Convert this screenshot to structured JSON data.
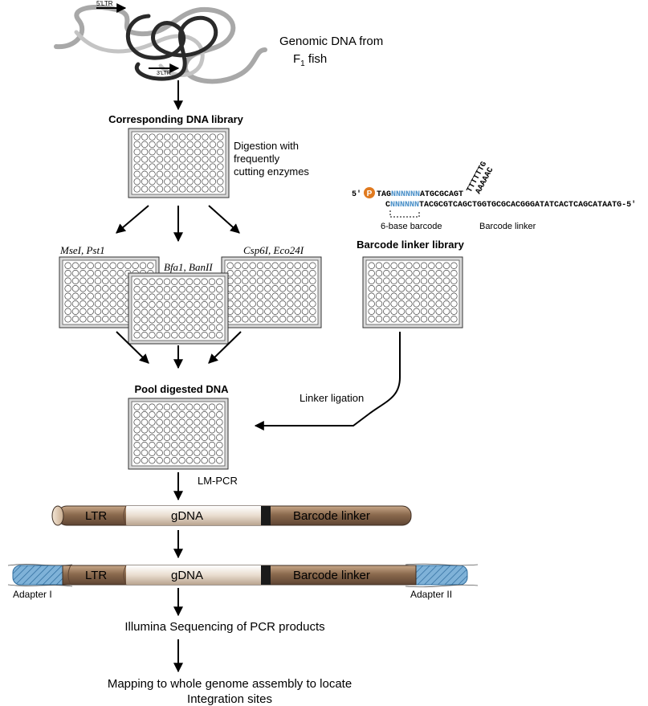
{
  "genomic": {
    "ltr5_label": "5'LTR",
    "ltr3_label": "3'LTR",
    "title_line1": "Genomic DNA from",
    "title_line2_prefix": "F",
    "title_line2_sub": "1",
    "title_line2_suffix": " fish"
  },
  "library": {
    "title": "Corresponding DNA library",
    "digestion_line1": "Digestion with",
    "digestion_line2": "frequently",
    "digestion_line3": "cutting enzymes"
  },
  "enzymes": {
    "left": "MseI, Pst1",
    "middle": "Bfa1, BanII",
    "right": "Csp6I, Eco24I"
  },
  "linker": {
    "top_5prime": "5'",
    "phosphate": "P",
    "top_seq_a": "TAG",
    "top_seq_n": "NNNNNN",
    "top_seq_b": "ATGCGCAGT",
    "overhang_1": "TTTTTTG",
    "overhang_2": "AAAAAC",
    "bottom_c": "C",
    "bottom_n": "NNNNNN",
    "bottom_seq": "TACGCGTCAGCTGGTGCGCACGGGATATCACTCAGCATAATG-5'",
    "barcode_label": "6-base barcode",
    "linker_label": "Barcode linker",
    "library_title": "Barcode linker library"
  },
  "pool": {
    "title": "Pool digested DNA",
    "ligation_label": "Linker ligation",
    "pcr_label": "LM-PCR"
  },
  "products": {
    "ltr": "LTR",
    "gdna": "gDNA",
    "barcode_linker": "Barcode linker",
    "adapter1": "Adapter I",
    "adapter2": "Adapter II"
  },
  "steps": {
    "sequencing": "Illumina Sequencing of PCR products",
    "mapping_line1": "Mapping to whole genome assembly to locate",
    "mapping_line2": "Integration sites"
  },
  "colors": {
    "barcode_blue": "#4a90c8",
    "phosphate_orange": "#e07a1f",
    "ltr_brown": "#8b6a4e",
    "linker_brown": "#7a5a44",
    "gdna_light": "#e9ddcf",
    "adapter_blue": "#7fb2d8"
  }
}
